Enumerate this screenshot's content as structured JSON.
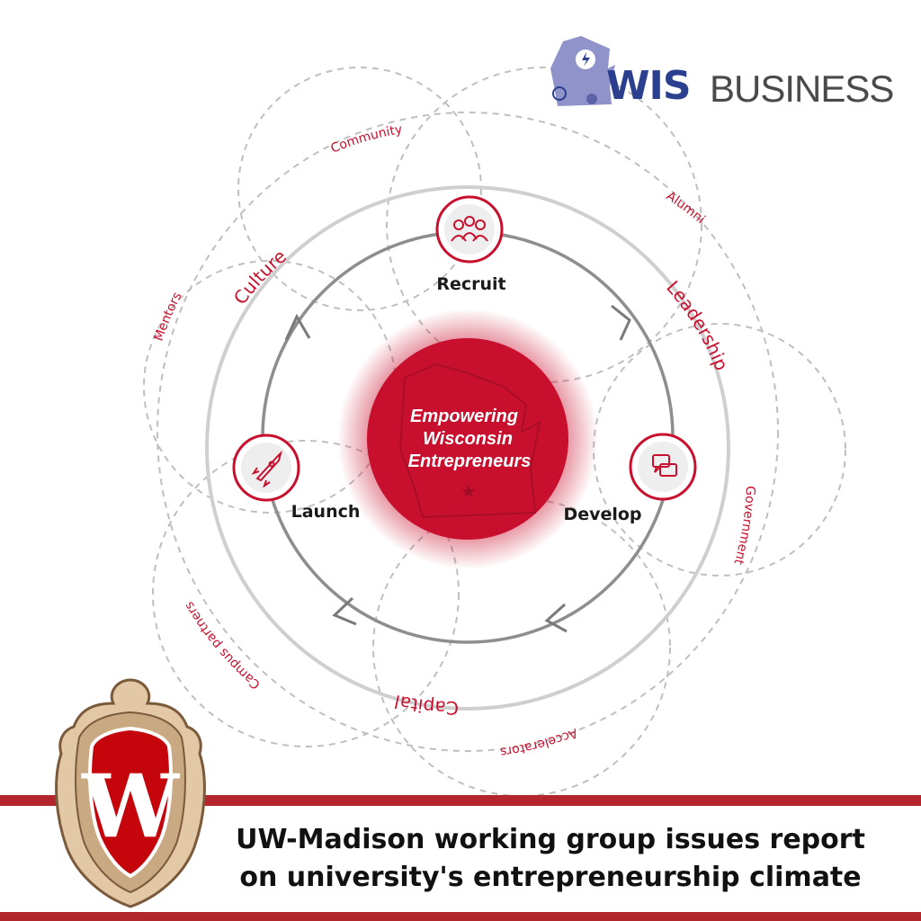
{
  "header": {
    "brand_bold": "WIS",
    "brand_regular": "BUSINESS"
  },
  "diagram": {
    "center_text": [
      "Empowering",
      "Wisconsin",
      "Entrepreneurs"
    ],
    "stages": [
      {
        "label": "Recruit",
        "icon": "people-icon"
      },
      {
        "label": "Develop",
        "icon": "chat-bubbles-icon"
      },
      {
        "label": "Launch",
        "icon": "rocket-icon"
      }
    ],
    "middle_ring_labels": [
      "Culture",
      "Leadership",
      "Capital"
    ],
    "outer_labels": [
      "Community",
      "Alumni",
      "Mentors",
      "Government",
      "Campus partners",
      "Accelerators"
    ]
  },
  "footer": {
    "headline_line1": "UW-Madison working group issues report",
    "headline_line2": "on university's entrepreneurship climate",
    "crest_letter": "W"
  },
  "colors": {
    "accent_red": "#c8102e",
    "bar_red": "#b3262d",
    "brand_blue": "#2b3f8f",
    "ring_gray": "#c8c8c8"
  }
}
